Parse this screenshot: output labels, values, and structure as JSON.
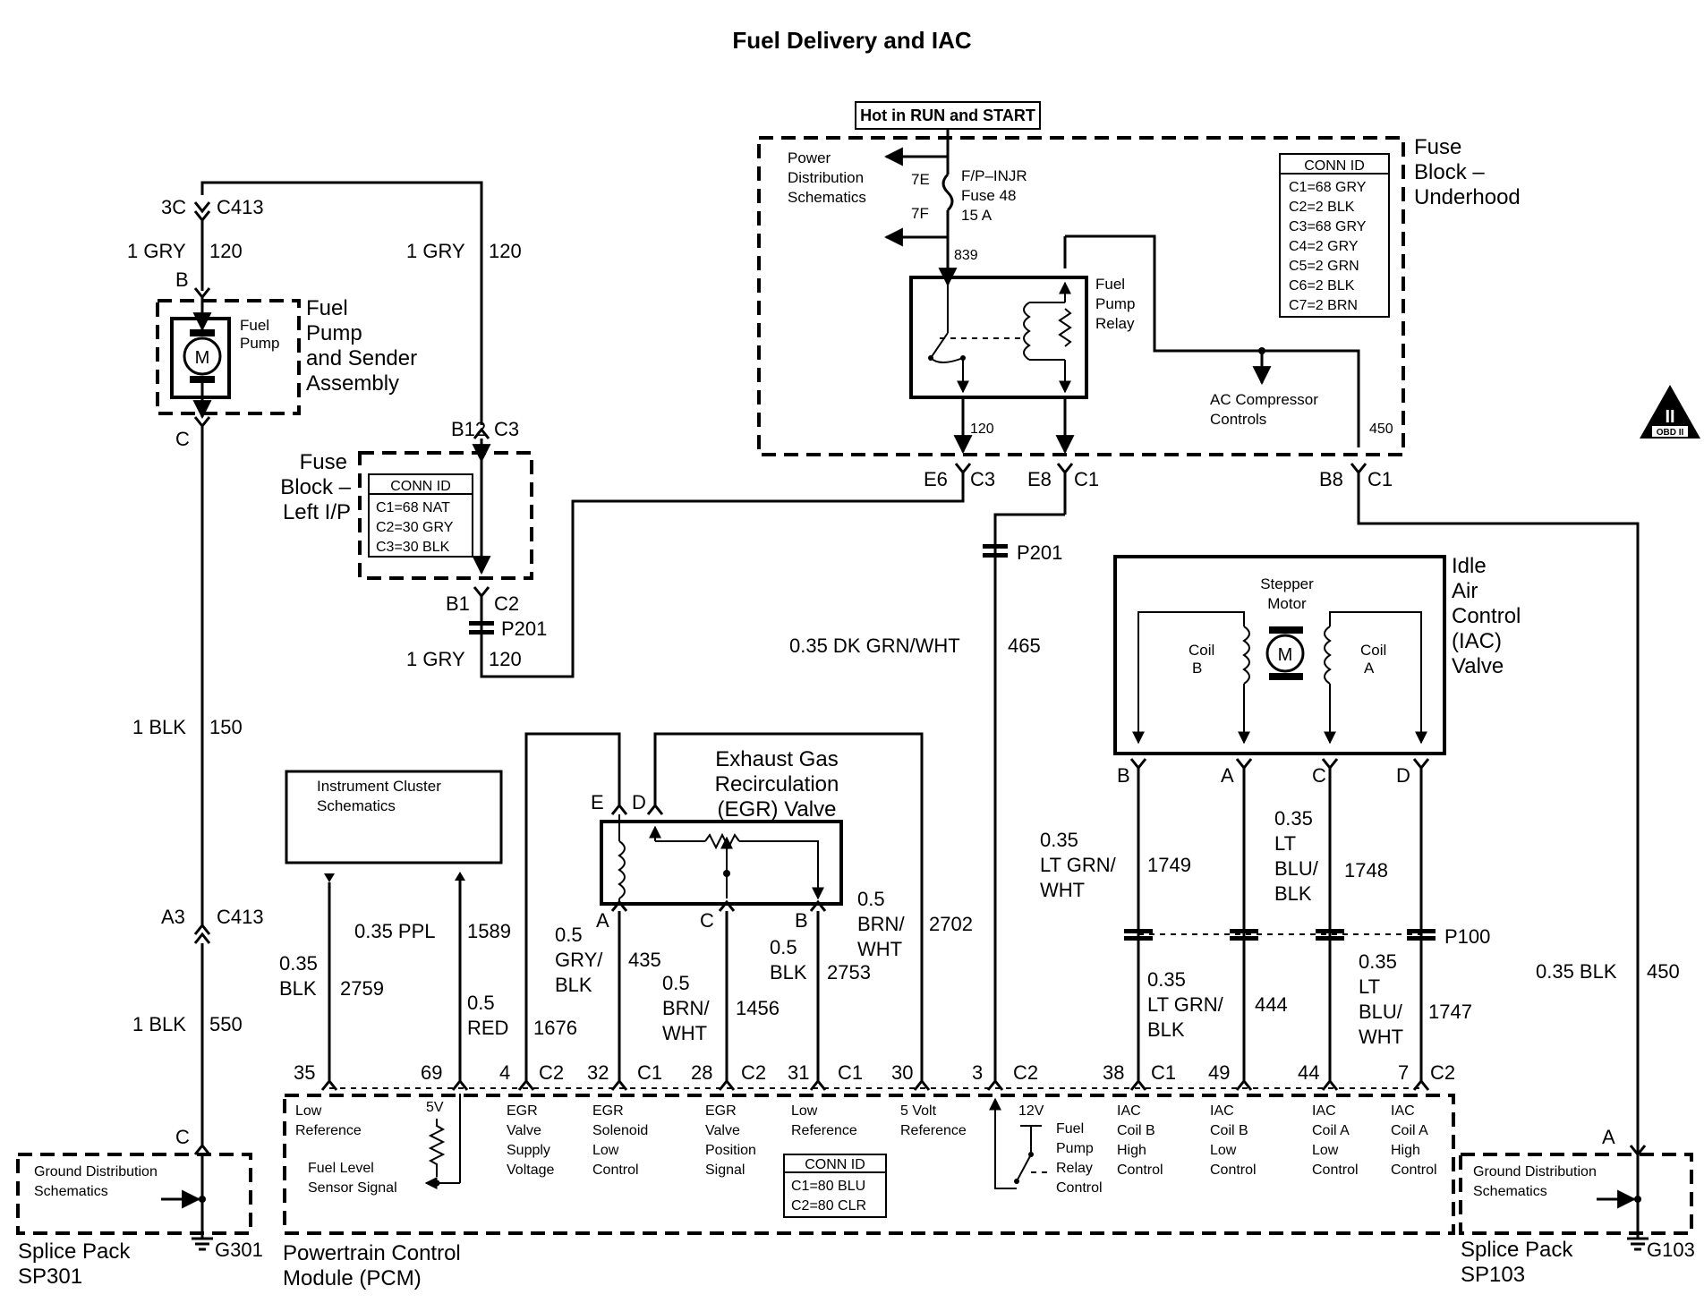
{
  "title": "Fuel Delivery and IAC",
  "hot_label": "Hot in RUN and START",
  "fuse_block_underhood": {
    "title": [
      "Fuse",
      "Block –",
      "Underhood"
    ],
    "power_dist": [
      "Power",
      "Distribution",
      "Schematics"
    ],
    "fuse_name": [
      "F/P–INJR",
      "Fuse 48",
      "15 A"
    ],
    "pin_7e": "7E",
    "pin_7f": "7F",
    "circuit_839": "839",
    "relay_label": [
      "Fuel",
      "Pump",
      "Relay"
    ],
    "ac_label": [
      "AC Compressor",
      "Controls"
    ],
    "circuit_120": "120",
    "circuit_450": "450",
    "conn_title": "CONN ID",
    "conn_rows": [
      "C1=68 GRY",
      "C2=2 BLK",
      "C3=68 GRY",
      "C4=2 GRY",
      "C5=2 GRN",
      "C6=2 BLK",
      "C7=2 BRN"
    ]
  },
  "connectors": {
    "e6": "E6",
    "c3": "C3",
    "e8": "E8",
    "c1": "C1",
    "b8": "B8",
    "c1b": "C1",
    "p201_right": "P201",
    "c3_top": "3C",
    "c413_top": "C413",
    "b12": "B12",
    "c3_left": "C3",
    "b1": "B1",
    "c2": "C2",
    "p201_left": "P201",
    "a3": "A3",
    "c413_mid": "C413",
    "c_bottom": "C",
    "a_right": "A",
    "p100": "P100"
  },
  "wires": {
    "gry_top_left": [
      "1 GRY",
      "120"
    ],
    "gry_top_right": [
      "1 GRY",
      "120"
    ],
    "gry_bottom": [
      "1 GRY",
      "120"
    ],
    "blk_150": [
      "1 BLK",
      "150"
    ],
    "blk_550": [
      "1 BLK",
      "550"
    ],
    "dkgrn_465": [
      "0.35 DK GRN/WHT",
      "465"
    ],
    "blk_450": [
      "0.35 BLK",
      "450"
    ],
    "ppl_1589": [
      "0.35 PPL",
      "1589"
    ],
    "blk_2759": [
      "0.35",
      "BLK",
      "2759"
    ],
    "red_1676": [
      "0.5",
      "RED",
      "1676"
    ],
    "gryblk_435": [
      "0.5",
      "GRY/",
      "BLK",
      "435"
    ],
    "brnwht_1456": [
      "0.5",
      "BRN/",
      "WHT",
      "1456"
    ],
    "blk_2753": [
      "0.5",
      "BLK",
      "2753"
    ],
    "brnwht_2702": [
      "0.5",
      "BRN/",
      "WHT",
      "2702"
    ],
    "ltgrnwht_1749": [
      "0.35",
      "LT GRN/",
      "WHT",
      "1749"
    ],
    "ltblublk_1748": [
      "0.35",
      "LT",
      "BLU/",
      "BLK",
      "1748"
    ],
    "ltgrnblk_444": [
      "0.35",
      "LT GRN/",
      "BLK",
      "444"
    ],
    "ltbluwht_1747": [
      "0.35",
      "LT",
      "BLU/",
      "WHT",
      "1747"
    ]
  },
  "fuel_pump": {
    "title": [
      "Fuel",
      "Pump",
      "and Sender",
      "Assembly"
    ],
    "inner": [
      "Fuel",
      "Pump"
    ],
    "motor": "M",
    "pin_b": "B",
    "pin_c": "C"
  },
  "fuse_block_left": {
    "title": [
      "Fuse",
      "Block –",
      "Left I/P"
    ],
    "conn_title": "CONN ID",
    "conn_rows": [
      "C1=68 NAT",
      "C2=30 GRY",
      "C3=30 BLK"
    ]
  },
  "iac": {
    "title": [
      "Idle",
      "Air",
      "Control",
      "(IAC)",
      "Valve"
    ],
    "stepper": [
      "Stepper",
      "Motor"
    ],
    "motor": "M",
    "coil_b": [
      "Coil",
      "B"
    ],
    "coil_a": [
      "Coil",
      "A"
    ],
    "pins": [
      "B",
      "A",
      "C",
      "D"
    ]
  },
  "egr": {
    "title": [
      "Exhaust Gas",
      "Recirculation",
      "(EGR) Valve"
    ],
    "pin_e": "E",
    "pin_d": "D",
    "pin_a": "A",
    "pin_c": "C",
    "pin_b": "B"
  },
  "instrument_cluster": [
    "Instrument Cluster",
    "Schematics"
  ],
  "pcm": {
    "title": [
      "Powertrain Control",
      "Module (PCM)"
    ],
    "pins": [
      "35",
      "69",
      "4",
      "C2",
      "32",
      "C1",
      "28",
      "C2",
      "31",
      "C1",
      "30",
      "3",
      "C2",
      "38",
      "C1",
      "49",
      "44",
      "7",
      "C2"
    ],
    "labels": {
      "low_ref_1": [
        "Low",
        "Reference"
      ],
      "v5": "5V",
      "fuel_level": [
        "Fuel Level",
        "Sensor Signal"
      ],
      "egr_supply": [
        "EGR",
        "Valve",
        "Supply",
        "Voltage"
      ],
      "egr_solenoid": [
        "EGR",
        "Solenoid",
        "Low",
        "Control"
      ],
      "egr_position": [
        "EGR",
        "Valve",
        "Position",
        "Signal"
      ],
      "low_ref_2": [
        "Low",
        "Reference"
      ],
      "ref_5v": [
        "5 Volt",
        "Reference"
      ],
      "v12": "12V",
      "relay_control": [
        "Fuel",
        "Pump",
        "Relay",
        "Control"
      ],
      "iac_b_high": [
        "IAC",
        "Coil B",
        "High",
        "Control"
      ],
      "iac_b_low": [
        "IAC",
        "Coil B",
        "Low",
        "Control"
      ],
      "iac_a_low": [
        "IAC",
        "Coil A",
        "Low",
        "Control"
      ],
      "iac_a_high": [
        "IAC",
        "Coil A",
        "High",
        "Control"
      ]
    },
    "conn_title": "CONN ID",
    "conn_rows": [
      "C1=80 BLU",
      "C2=80 CLR"
    ]
  },
  "ground_left": {
    "schem": [
      "Ground Distribution",
      "Schematics"
    ],
    "splice": [
      "Splice Pack",
      "SP301"
    ],
    "ground": "G301"
  },
  "ground_right": {
    "schem": [
      "Ground Distribution",
      "Schematics"
    ],
    "splice": [
      "Splice Pack",
      "SP103"
    ],
    "ground": "G103"
  },
  "obd": {
    "top": "II",
    "bottom": "OBD II"
  }
}
